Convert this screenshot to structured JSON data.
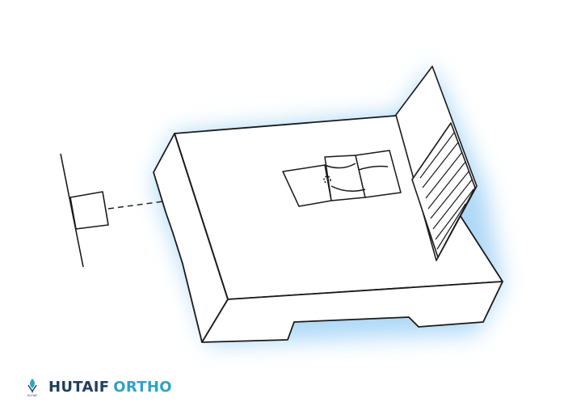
{
  "brand": {
    "name_primary": "HUTAIF",
    "name_secondary": "ORTHO",
    "logo_icon": "hutaif-logo-icon",
    "logo_small_text": "HUTAIF"
  },
  "colors": {
    "line": "#1a1a1a",
    "glow": "#9fd1f5",
    "brand_dark": "#1f3f5f",
    "brand_accent": "#2ba4c8"
  }
}
